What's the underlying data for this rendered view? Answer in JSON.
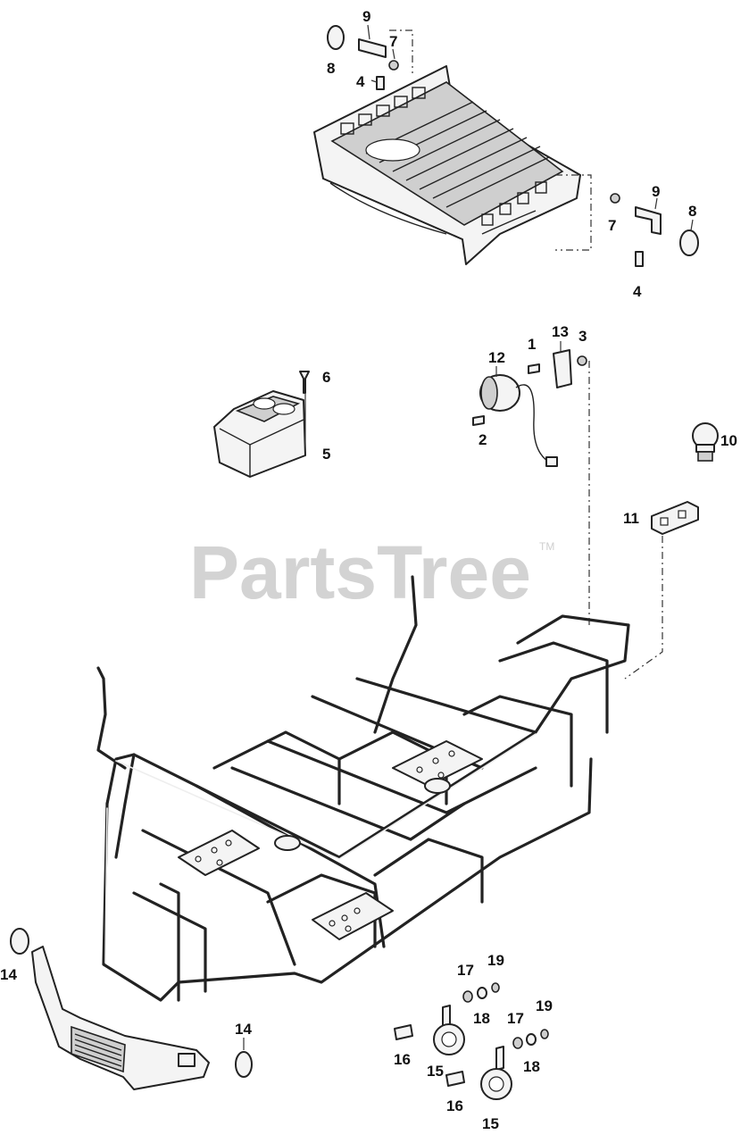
{
  "watermark": {
    "text": "PartsTree",
    "tm": "TM"
  },
  "callouts": {
    "c9a": "9",
    "c7a": "7",
    "c8a": "8",
    "c4a": "4",
    "c9b": "9",
    "c7b": "7",
    "c8b": "8",
    "c4b": "4",
    "c12": "12",
    "c1": "1",
    "c13": "13",
    "c3": "3",
    "c2": "2",
    "c6": "6",
    "c5": "5",
    "c10": "10",
    "c11": "11",
    "c14a": "14",
    "c14b": "14",
    "c17a": "17",
    "c19a": "19",
    "c18a": "18",
    "c16a": "16",
    "c15a": "15",
    "c17b": "17",
    "c19b": "19",
    "c18b": "18",
    "c16b": "16",
    "c15b": "15"
  },
  "parts": [
    "cargo-box",
    "bracket",
    "nut",
    "bolt",
    "reflector-ring",
    "horn",
    "bracket-plate",
    "cup-holder-console",
    "screw",
    "ball-hitch",
    "hitch-receiver",
    "chassis-frame",
    "front-bumper",
    "mud-flap-disc",
    "washer",
    "lock-washer",
    "nut-small"
  ]
}
